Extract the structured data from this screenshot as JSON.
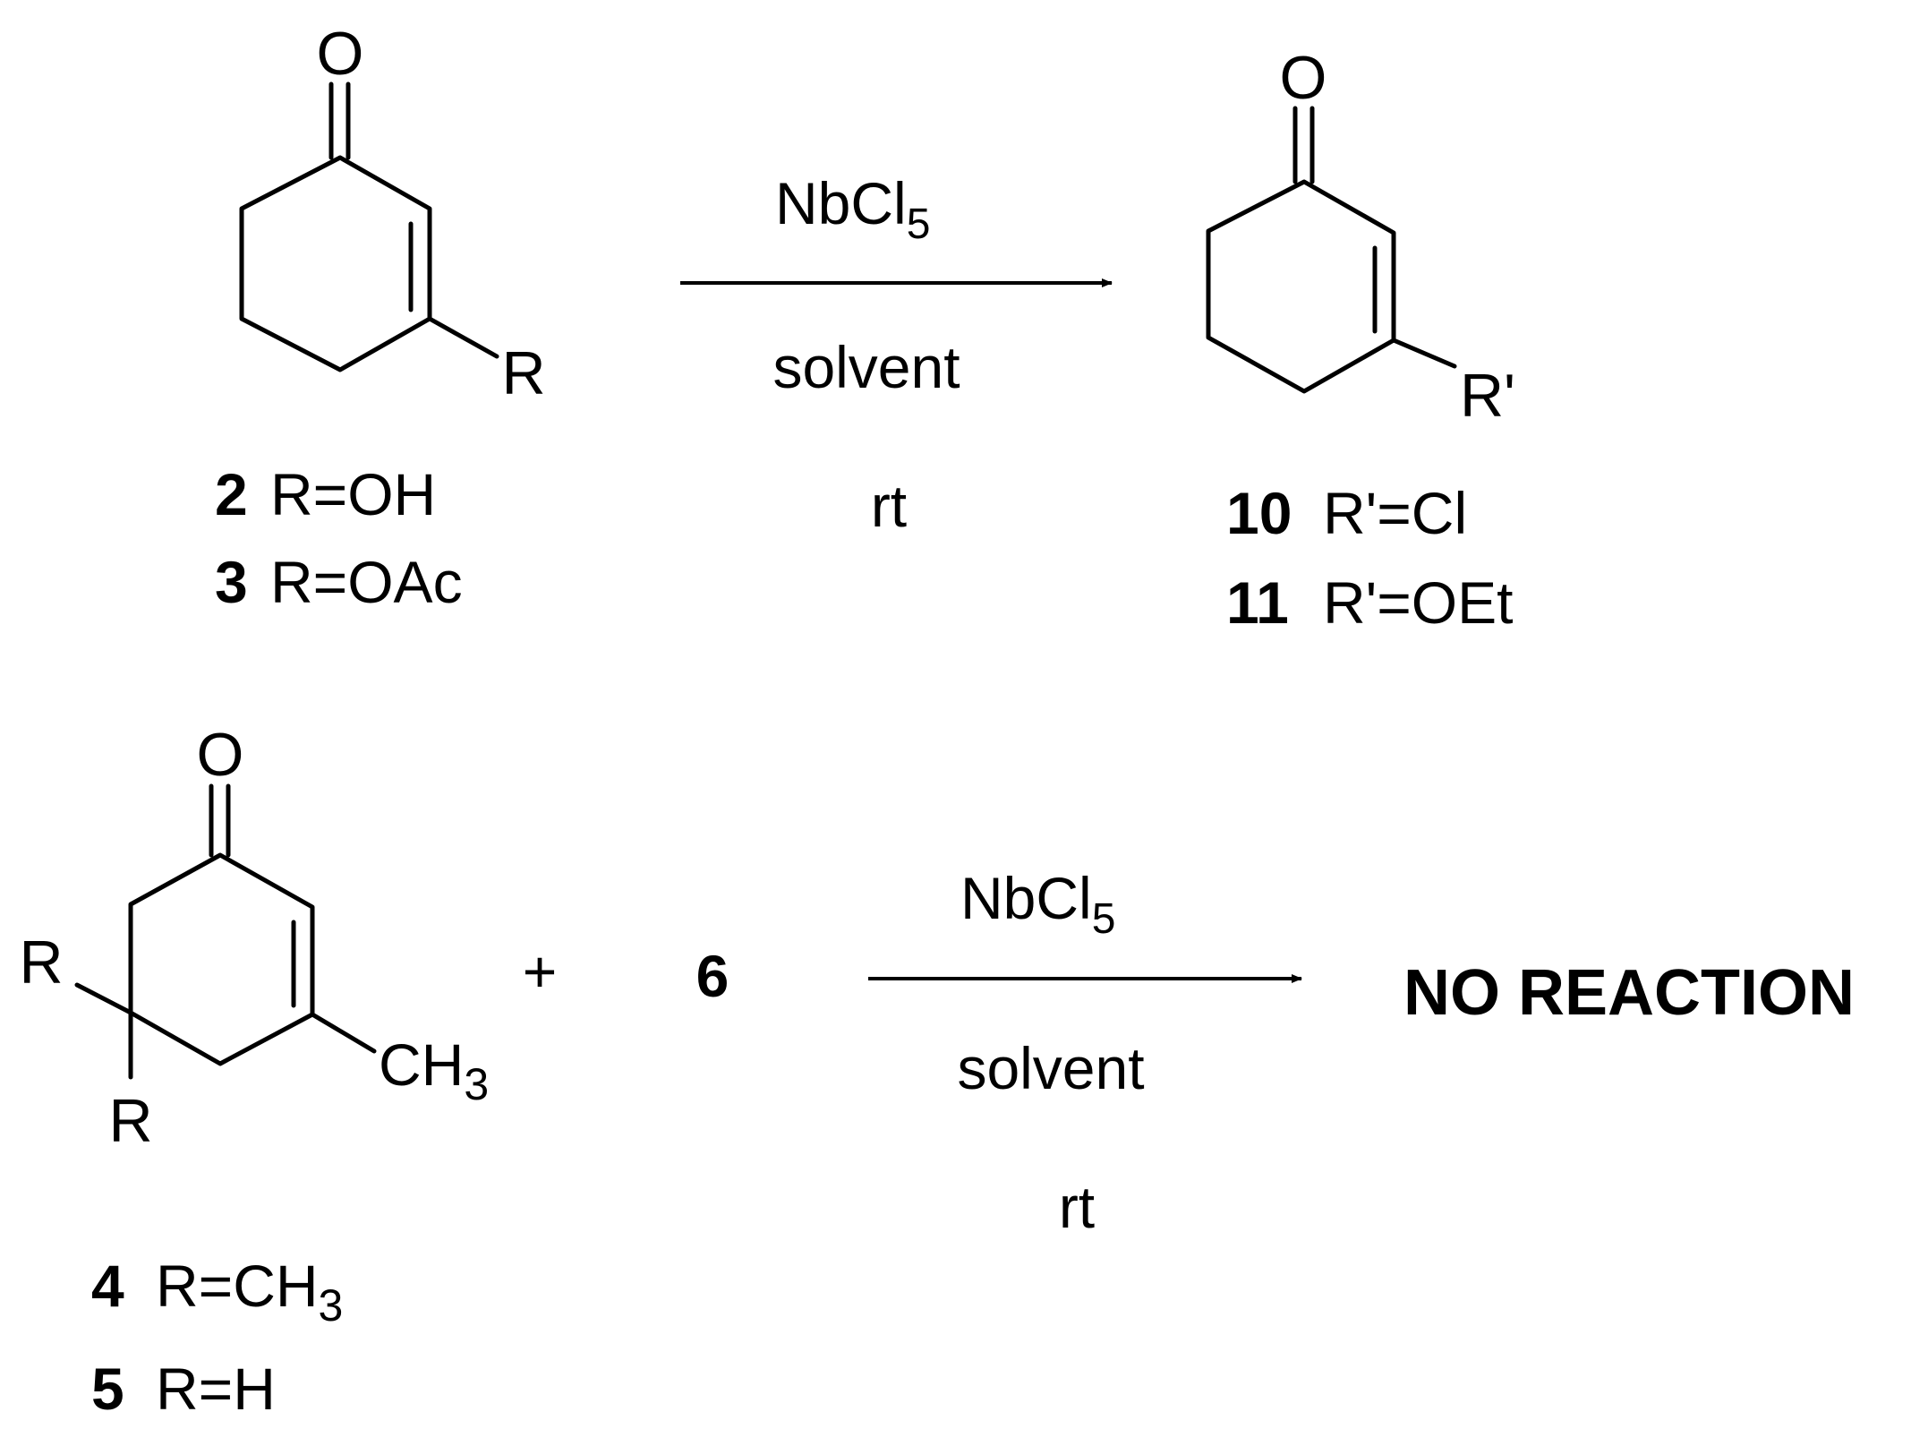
{
  "reaction1": {
    "reactant": {
      "atom_o": "O",
      "atom_r": "R",
      "labels": [
        {
          "num": "2",
          "text": "R=OH"
        },
        {
          "num": "3",
          "text": "R=OAc"
        }
      ]
    },
    "conditions": {
      "reagent": "NbCl",
      "reagent_sub": "5",
      "solvent": "solvent",
      "temp": "rt"
    },
    "product": {
      "atom_o": "O",
      "atom_r": "R'",
      "labels": [
        {
          "num": "10",
          "text": "R'=Cl"
        },
        {
          "num": "11",
          "text": "R'=OEt"
        }
      ]
    }
  },
  "reaction2": {
    "reactant": {
      "atom_o": "O",
      "atom_r_top": "R",
      "atom_r_bottom": "R",
      "methyl": "CH",
      "methyl_sub": "3",
      "labels": [
        {
          "num": "4",
          "text": "R=CH",
          "sub": "3"
        },
        {
          "num": "5",
          "text": "R=H",
          "sub": ""
        }
      ]
    },
    "plus": "+",
    "partner": "6",
    "conditions": {
      "reagent": "NbCl",
      "reagent_sub": "5",
      "solvent": "solvent",
      "temp": "rt"
    },
    "result": "NO REACTION"
  }
}
